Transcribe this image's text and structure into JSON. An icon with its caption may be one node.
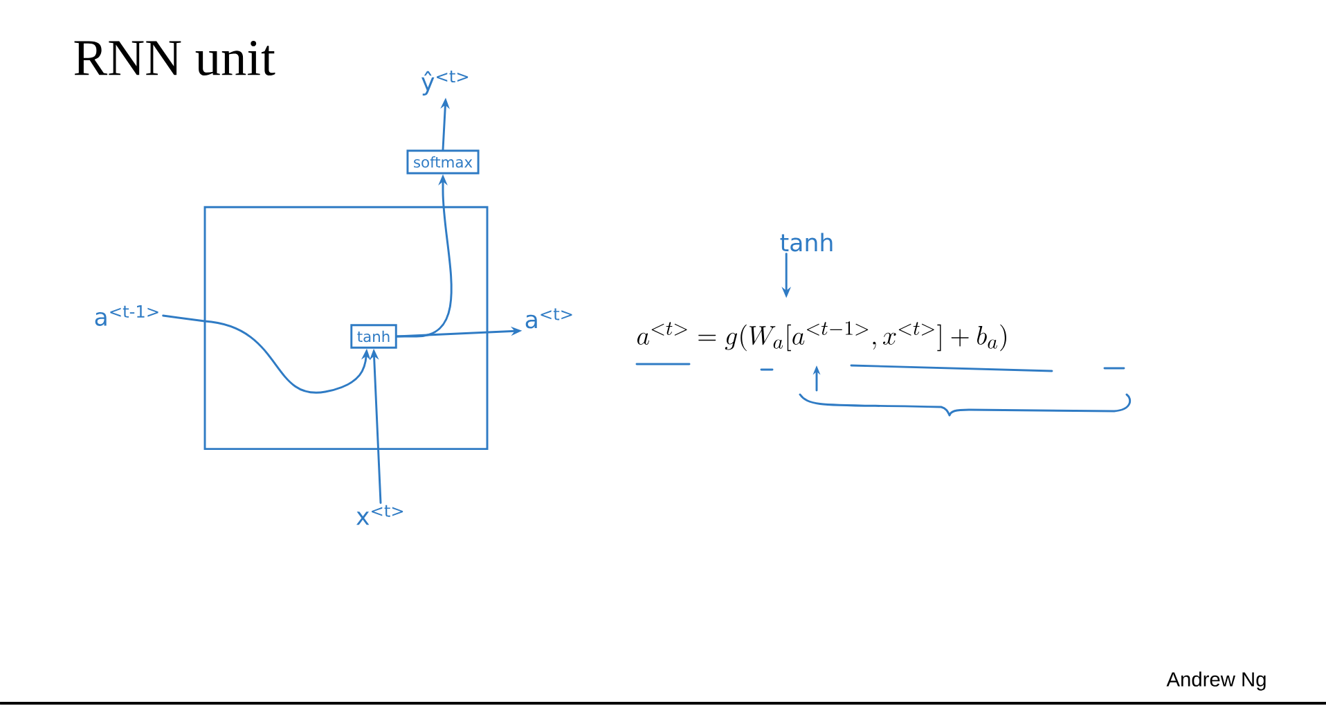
{
  "diagram": {
    "title": "RNN unit",
    "nodes": [
      {
        "text": [],
        "shape": "box"
      },
      {
        "text": [
          "tanh"
        ],
        "in": 0
      },
      {
        "text": [
          "softmax"
        ]
      },
      {
        "text": [
          "a$^{<t-1>}$"
        ]
      },
      {
        "text": [
          "x$^{<t>}$"
        ]
      },
      {
        "text": [
          "a$^{<t>}$"
        ]
      },
      {
        "text": [
          "ŷ$^{<t>}$"
        ]
      },
      {
        "text": [
          "tanh"
        ]
      }
    ],
    "edges": [
      {
        "from": 3,
        "to": 1,
        "arrow": "to"
      },
      {
        "from": 4,
        "to": 1,
        "arrow": "to"
      },
      {
        "from": 1,
        "to": 5,
        "arrow": "to"
      },
      {
        "from": 1,
        "to": 2,
        "arrow": "to"
      },
      {
        "from": 2,
        "to": 6,
        "arrow": "to"
      },
      {
        "from": 7,
        "to": null,
        "arrow": "to"
      }
    ],
    "labels": [
      "a^{<t>} = g(W_a[a^{<t-1>}, x^{<t>}] + b_a)",
      "Andrew Ng"
    ]
  }
}
